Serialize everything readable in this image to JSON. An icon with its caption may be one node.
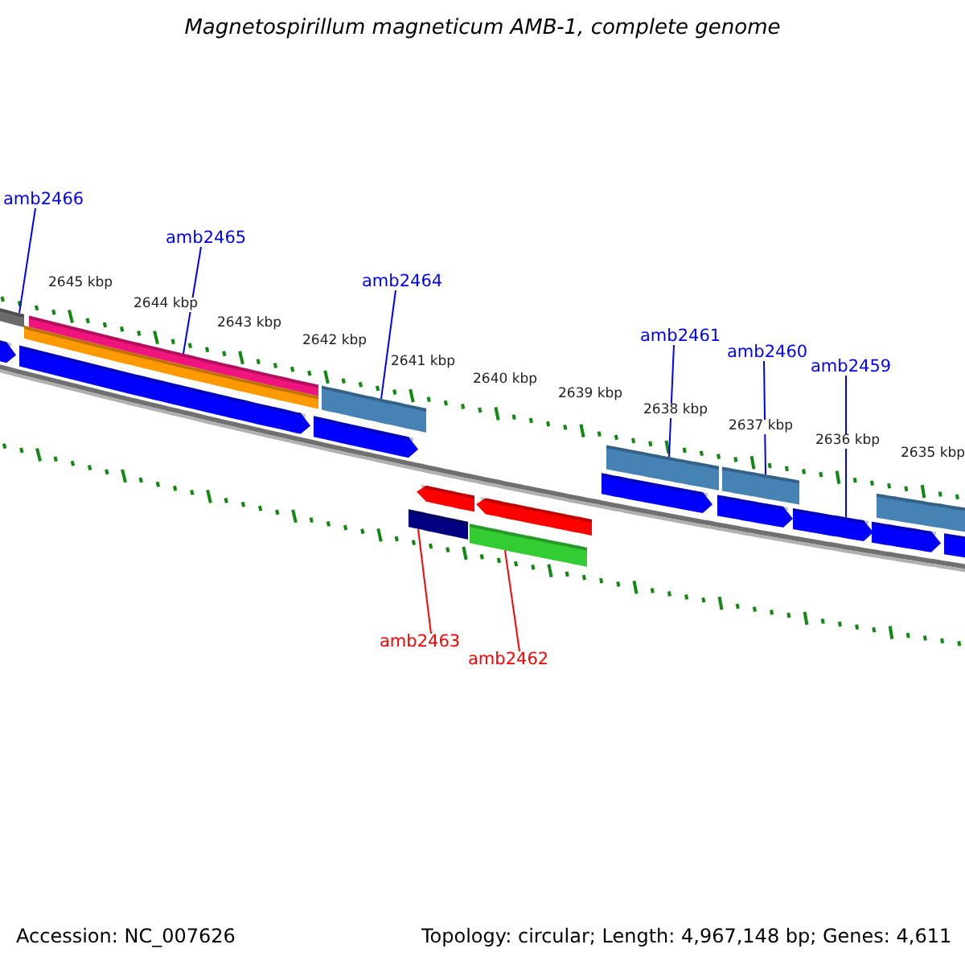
{
  "diagram": {
    "title": "Magnetospirillum magneticum AMB-1, complete genome",
    "nodes": [
      {
        "text": [
          "amb2466"
        ]
      },
      {
        "text": [
          "amb2465"
        ]
      },
      {
        "text": [
          "amb2464"
        ]
      },
      {
        "text": [
          "amb2461"
        ]
      },
      {
        "text": [
          "amb2460"
        ]
      },
      {
        "text": [
          "amb2459"
        ]
      },
      {
        "text": [
          "amb2463"
        ]
      },
      {
        "text": [
          "amb2462"
        ]
      },
      {
        "text": [],
        "shape": "bar"
      },
      {
        "text": [],
        "shape": "bar"
      },
      {
        "text": [],
        "shape": "bar"
      },
      {
        "text": [],
        "shape": "bar"
      },
      {
        "text": [],
        "shape": "bar"
      },
      {
        "text": [],
        "shape": "bar"
      },
      {
        "text": [],
        "shape": "bar"
      },
      {
        "text": [],
        "shape": "bar"
      },
      {
        "text": [],
        "shape": "bar"
      },
      {
        "text": [],
        "shape": "bar"
      },
      {
        "text": [],
        "shape": "bar"
      },
      {
        "text": [],
        "shape": "bar"
      },
      {
        "text": [],
        "shape": "bar"
      },
      {
        "text": [],
        "shape": "bar"
      },
      {
        "text": [],
        "shape": "bar"
      },
      {
        "text": [],
        "shape": "bar"
      },
      {
        "text": [],
        "shape": "bar"
      },
      {
        "text": [],
        "shape": "bar"
      },
      {
        "text": [],
        "shape": "bar"
      }
    ],
    "edges": [
      {
        "from": 0,
        "to": 8,
        "arrow": "none"
      },
      {
        "from": 1,
        "to": 9,
        "arrow": "none"
      },
      {
        "from": 2,
        "to": 11,
        "arrow": "none"
      },
      {
        "from": 3,
        "to": 12,
        "arrow": "none"
      },
      {
        "from": 4,
        "to": 13,
        "arrow": "none"
      },
      {
        "from": 5,
        "to": 20,
        "arrow": "none"
      },
      {
        "from": 6,
        "to": 25,
        "arrow": "none",
        "color": "#ff0000"
      },
      {
        "from": 7,
        "to": 26,
        "arrow": "none",
        "color": "#ff0000"
      }
    ],
    "labels": [
      "2645 kbp",
      "2644 kbp",
      "2643 kbp",
      "2642 kbp",
      "2641 kbp",
      "2640 kbp",
      "2639 kbp",
      "2638 kbp",
      "2637 kbp",
      "2636 kbp",
      "2635 kbp",
      "Accession: NC_007626",
      "Topology: circular; Length: 4,967,148 bp; Genes: 4,611"
    ]
  }
}
